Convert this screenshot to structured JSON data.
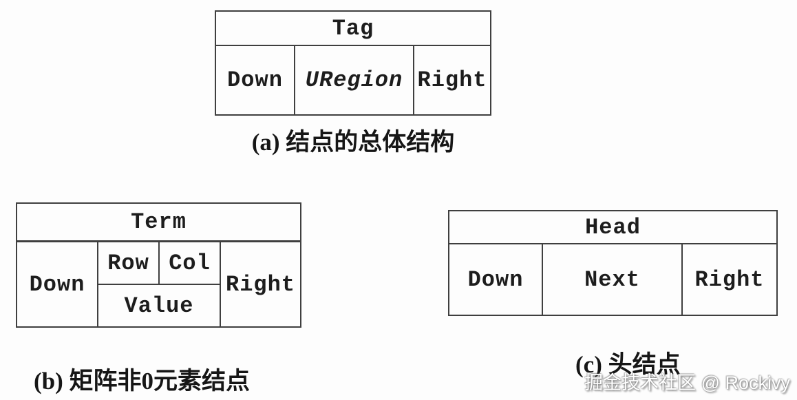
{
  "colors": {
    "background": "#fdfdfd",
    "line": "#3f3f3f",
    "text": "#1d1d1d",
    "caption": "#161616",
    "watermark": "#ffffff"
  },
  "node_a": {
    "header": "Tag",
    "down": "Down",
    "middle": "URegion",
    "right": "Right",
    "caption": "(a) 结点的总体结构"
  },
  "node_b": {
    "header": "Term",
    "down": "Down",
    "row": "Row",
    "col": "Col",
    "value": "Value",
    "right": "Right",
    "caption": "(b) 矩阵非0元素结点"
  },
  "node_c": {
    "header": "Head",
    "down": "Down",
    "middle": "Next",
    "right": "Right",
    "caption": "(c) 头结点"
  },
  "watermark": "掘金技术社区 @ Rockivy"
}
